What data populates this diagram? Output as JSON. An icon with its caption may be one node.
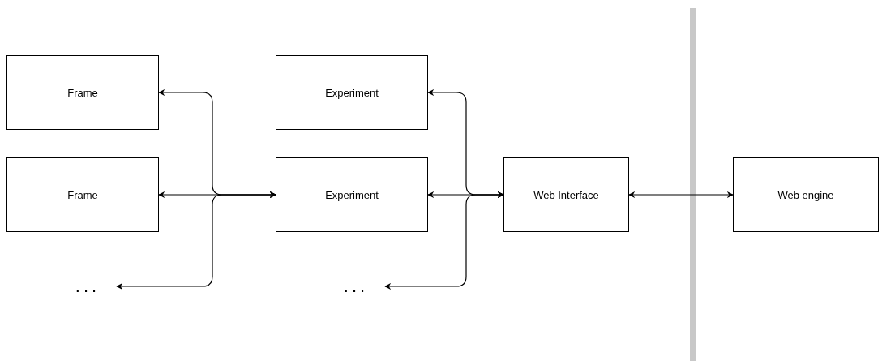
{
  "diagram": {
    "nodes": [
      {
        "text": [
          "Frame"
        ]
      },
      {
        "text": [
          "Experiment"
        ]
      },
      {
        "text": [
          "Frame"
        ]
      },
      {
        "text": [
          "Experiment"
        ]
      },
      {
        "text": [
          "Web Interface"
        ]
      },
      {
        "text": [
          "Web engine"
        ]
      },
      {
        "text": [
          "..."
        ]
      },
      {
        "text": [
          "..."
        ]
      }
    ],
    "edges": [
      {
        "from": 3,
        "to": 0,
        "arrow": "both"
      },
      {
        "from": 3,
        "to": 2,
        "arrow": "both"
      },
      {
        "from": 3,
        "to": 6,
        "arrow": "both"
      },
      {
        "from": 4,
        "to": 1,
        "arrow": "both"
      },
      {
        "from": 4,
        "to": 3,
        "arrow": "both"
      },
      {
        "from": 4,
        "to": 7,
        "arrow": "both"
      },
      {
        "from": 4,
        "to": 5,
        "arrow": "both"
      }
    ]
  }
}
